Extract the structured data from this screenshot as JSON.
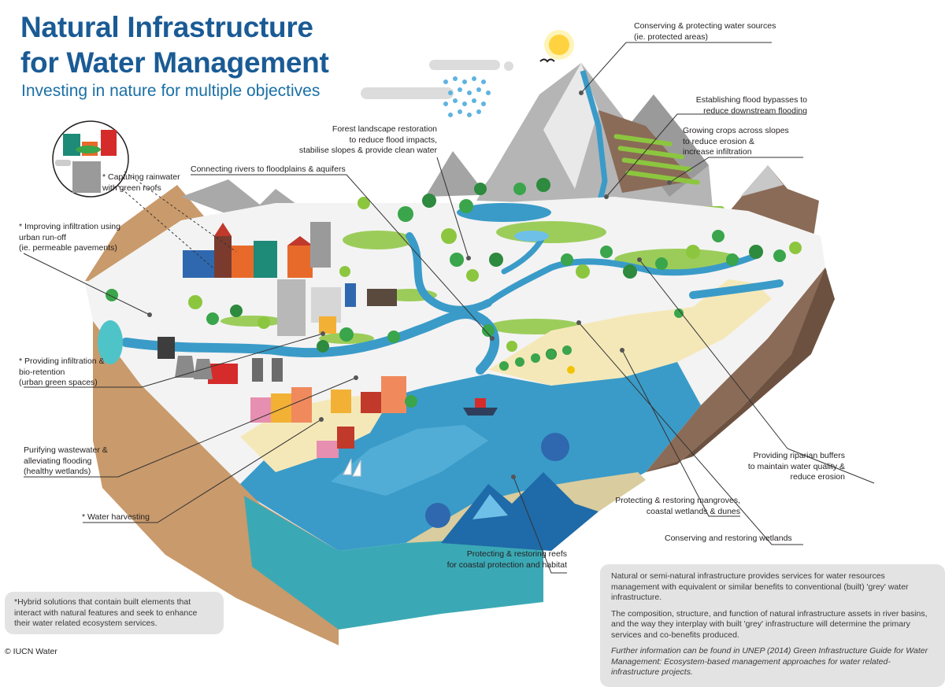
{
  "header": {
    "title_line1": "Natural Infrastructure",
    "title_line2": "for Water Management",
    "subtitle": "Investing in nature for multiple objectives"
  },
  "callouts": {
    "water_sources": "Conserving & protecting water sources\n(ie. protected areas)",
    "flood_bypass": "Establishing flood bypasses to\nreduce downstream flooding",
    "crops_slopes": "Growing crops across slopes\nto reduce erosion &\nincrease infiltration",
    "forest_restoration": "Forest landscape restoration\nto reduce flood impacts,\nstabilise slopes & provide clean water",
    "connecting_rivers": "Connecting rivers to floodplains & aquifers",
    "green_roofs": "* Capturing rainwater\nwith green roofs",
    "urban_runoff": "* Improving infiltration using\nurban run-off\n(ie. permeable pavements)",
    "bio_retention": "* Providing infiltration &\nbio-retention\n(urban green spaces)",
    "wastewater": "Purifying wastewater &\nalleviating flooding\n(healthy wetlands)",
    "water_harvesting": "* Water harvesting",
    "riparian_buffers": "Providing riparian buffers\nto maintain water quality &\nreduce erosion",
    "mangroves": "Protecting & restoring mangroves,\ncoastal wetlands & dunes",
    "wetlands": "Conserving and restoring wetlands",
    "reefs": "Protecting & restoring reefs\nfor coastal protection and habitat"
  },
  "notes": {
    "hybrid": "*Hybrid solutions that contain built elements that interact with natural features and seek to enhance their water related ecosystem services.",
    "info_p1": "Natural or semi-natural infrastructure provides services for water resources management with equivalent or similar benefits to conventional (built) 'grey' water infrastructure.",
    "info_p2": "The composition, structure, and function of natural infrastructure assets in river basins, and the way they interplay with built 'grey' infrastructure will determine the primary services and co-benefits produced.",
    "info_p3": "Further information can be found in UNEP (2014)  Green Infrastructure Guide for Water Management: Ecosystem-based management approaches for water related-infrastructure projects."
  },
  "footer": {
    "copyright": "© IUCN Water"
  },
  "colors": {
    "title": "#1a5b95",
    "water": "#3a9bc8",
    "deep_water": "#1f6aa8",
    "grass": "#8cc63f",
    "tree": "#3aa54a",
    "soil": "#c99a6b",
    "mountain": "#9a9a9a",
    "note_bg": "#e3e3e3"
  }
}
